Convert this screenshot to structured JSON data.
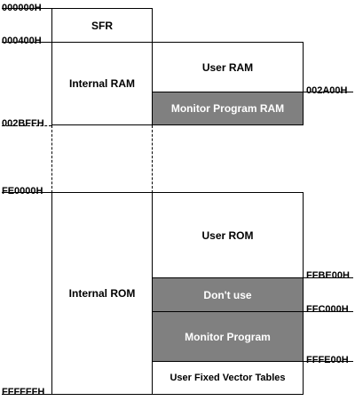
{
  "regions": {
    "sfr": "SFR",
    "internal_ram": "Internal RAM",
    "user_ram": "User RAM",
    "monitor_program_ram": "Monitor Program RAM",
    "internal_rom": "Internal ROM",
    "user_rom": "User ROM",
    "dont_use": "Don't use",
    "monitor_program": "Monitor Program",
    "user_fixed_vector_tables": "User Fixed Vector Tables"
  },
  "addresses": {
    "a000000": "000000H",
    "a000400": "000400H",
    "a002a00": "002A00H",
    "a002bff": "002BFFH",
    "afe0000": "FE0000H",
    "affbe00": "FFBE00H",
    "affc000": "FFC000H",
    "afffe00": "FFFE00H",
    "affffff": "FFFFFFH"
  },
  "colors": {
    "reserved_fill": "#808080",
    "reserved_text": "#ffffff"
  }
}
